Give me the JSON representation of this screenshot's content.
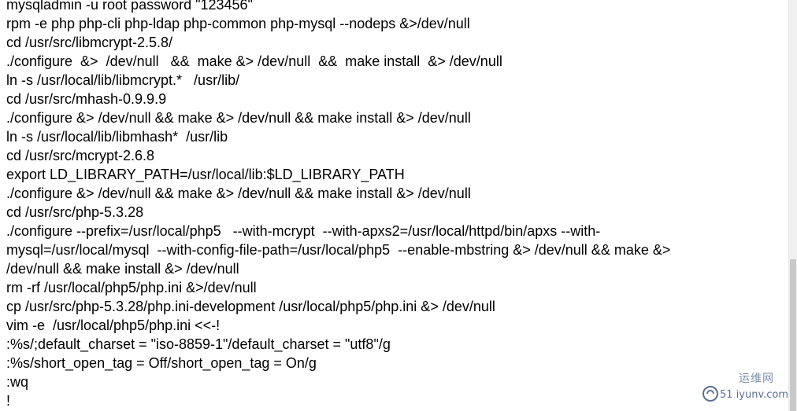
{
  "document": {
    "lines": [
      "mysqladmin -u root password \"123456\"",
      "rpm -e php php-cli php-ldap php-common php-mysql --nodeps &>/dev/null",
      "cd /usr/src/libmcrypt-2.5.8/",
      "./configure  &>  /dev/null   &&  make &> /dev/null  &&  make install  &> /dev/null",
      "ln -s /usr/local/lib/libmcrypt.*   /usr/lib/",
      "cd /usr/src/mhash-0.9.9.9",
      "./configure &> /dev/null && make &> /dev/null && make install &> /dev/null",
      "ln -s /usr/local/lib/libmhash*  /usr/lib",
      "cd /usr/src/mcrypt-2.6.8",
      "export LD_LIBRARY_PATH=/usr/local/lib:$LD_LIBRARY_PATH",
      "./configure &> /dev/null && make &> /dev/null && make install &> /dev/null",
      "cd /usr/src/php-5.3.28",
      "./configure --prefix=/usr/local/php5   --with-mcrypt  --with-apxs2=/usr/local/httpd/bin/apxs --with-",
      "mysql=/usr/local/mysql  --with-config-file-path=/usr/local/php5  --enable-mbstring &> /dev/null && make &>",
      "/dev/null && make install &> /dev/null",
      "rm -rf /usr/local/php5/php.ini &>/dev/null",
      "cp /usr/src/php-5.3.28/php.ini-development /usr/local/php5/php.ini &> /dev/null",
      "vim -e  /usr/local/php5/php.ini <<-!",
      ":%s/;default_charset = \"iso-8859-1\"/default_charset = \"utf8\"/g",
      ":%s/short_open_tag = Off/short_open_tag = On/g",
      ":wq",
      "!"
    ]
  },
  "watermark": {
    "top_text": "运维网",
    "bottom_text": "51 iyunv.com",
    "icon": "circle-logo-icon",
    "color": "#5c7190"
  }
}
